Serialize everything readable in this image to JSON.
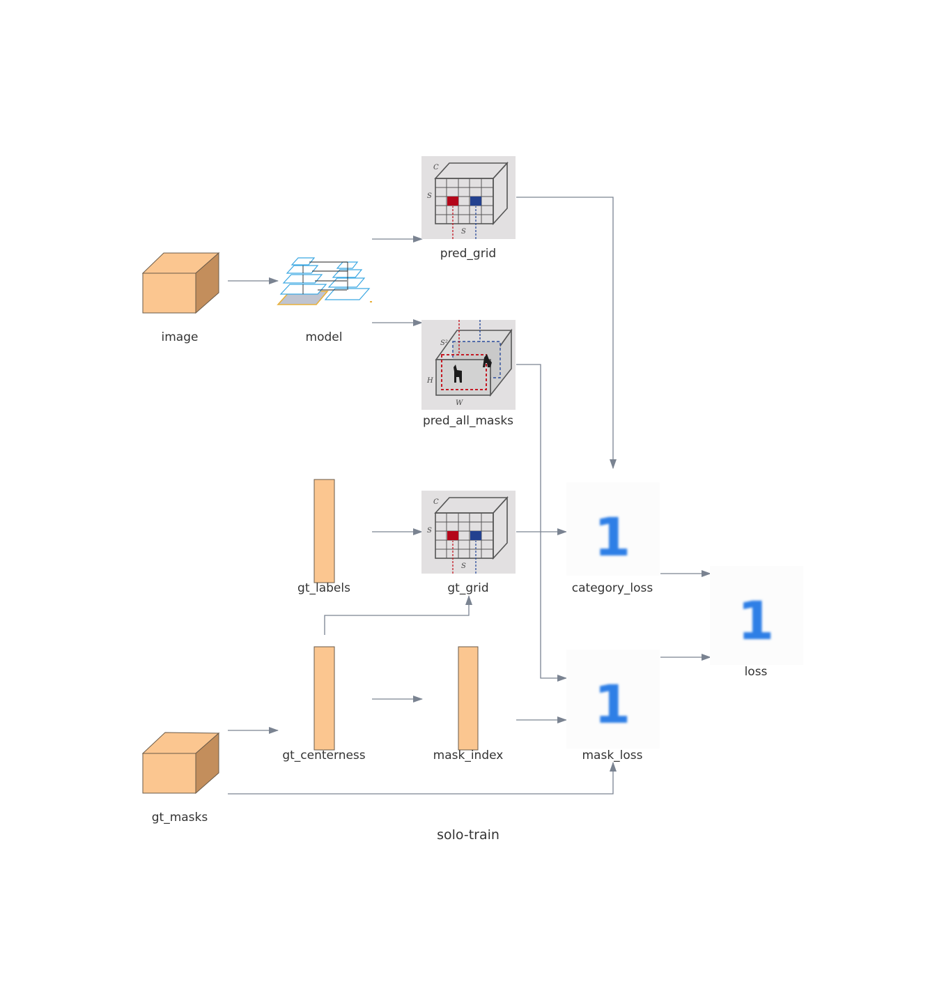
{
  "title": "solo-train",
  "colors": {
    "edge": "#7a8391",
    "tensor_fill": "#fbc690",
    "tensor_side": "#c38e5c",
    "grid_bg": "#e2e0e1",
    "loss_digit": "#2f7fe6"
  },
  "nodes": {
    "image": {
      "label": "image"
    },
    "model": {
      "label": "model",
      "icon": "fpn-pyramid-icon"
    },
    "pred_grid": {
      "label": "pred_grid",
      "icon": "category-grid-icon",
      "axis_labels": [
        "C",
        "S",
        "S"
      ]
    },
    "pred_all_masks": {
      "label": "pred_all_masks",
      "icon": "mask-branch-icon",
      "axis_labels": [
        "S²",
        "H",
        "W"
      ]
    },
    "gt_labels": {
      "label": "gt_labels"
    },
    "gt_grid": {
      "label": "gt_grid",
      "icon": "category-grid-icon",
      "axis_labels": [
        "C",
        "S",
        "S"
      ]
    },
    "category_loss": {
      "label": "category_loss",
      "value": "1"
    },
    "gt_centerness": {
      "label": "gt_centerness"
    },
    "mask_index": {
      "label": "mask_index"
    },
    "mask_loss": {
      "label": "mask_loss",
      "value": "1"
    },
    "loss": {
      "label": "loss",
      "value": "1"
    },
    "gt_masks": {
      "label": "gt_masks"
    }
  }
}
